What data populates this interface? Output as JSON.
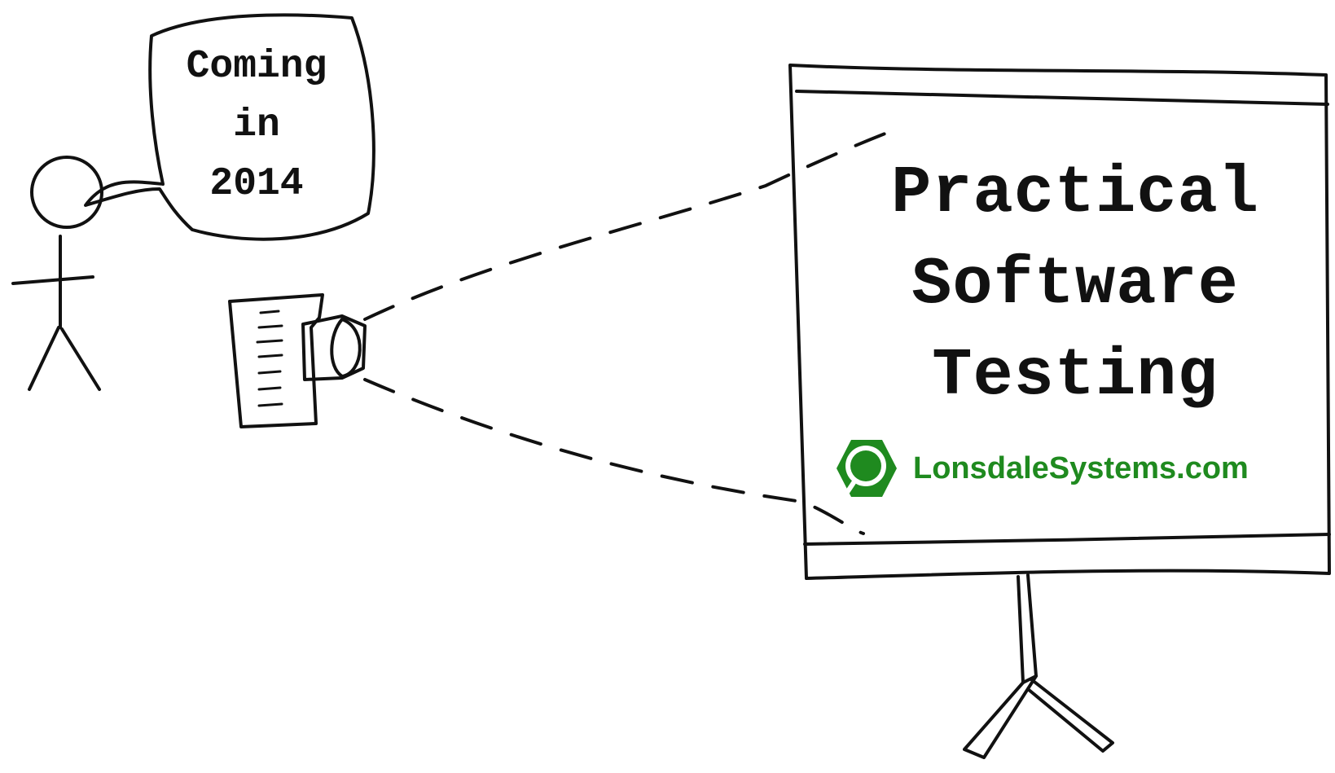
{
  "speech_bubble": {
    "lines": [
      "Coming",
      "in",
      "2014"
    ]
  },
  "screen": {
    "title_lines": [
      "Practical",
      "Software",
      "Testing"
    ]
  },
  "brand": {
    "text": "LonsdaleSystems.com",
    "color": "#1f8a1f",
    "logo_icon": "green-hexagon-magnifier-icon"
  }
}
